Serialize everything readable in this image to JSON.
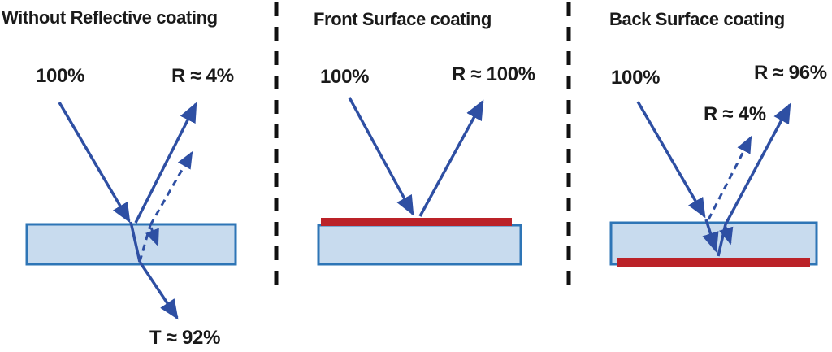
{
  "figure": {
    "description": "Three-panel optics diagram comparing mirror reflectivity with and without reflective coatings"
  },
  "colors": {
    "ray_blue": "#2E4FA3",
    "glass_fill": "#C8DBEE",
    "glass_border": "#2E75B6",
    "coating_red": "#BB2228",
    "divider_black": "#111111",
    "text_black": "#1A1A1A"
  },
  "panels": [
    {
      "title": "Without Reflective coating",
      "labels": {
        "incident": "100%",
        "reflected": "R ≈ 4%",
        "transmitted": "T ≈ 92%"
      }
    },
    {
      "title": "Front Surface coating",
      "labels": {
        "incident": "100%",
        "reflected": "R ≈ 100%"
      }
    },
    {
      "title": "Back Surface coating",
      "labels": {
        "incident": "100%",
        "reflected_back": "R ≈ 96%",
        "reflected_front": "R ≈ 4%"
      }
    }
  ]
}
